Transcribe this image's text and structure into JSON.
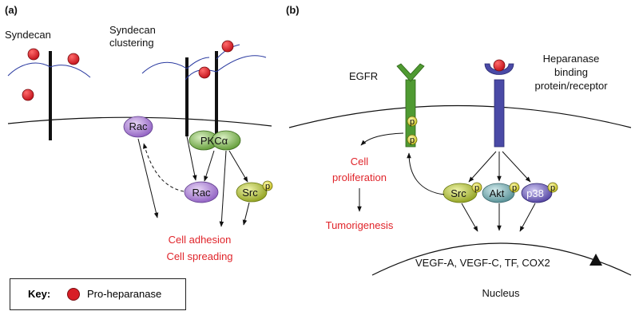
{
  "panels": {
    "a": {
      "label": "(a)",
      "syndecan_label": "Syndecan",
      "clustering_label_1": "Syndecan",
      "clustering_label_2": "clustering",
      "rac_top": "Rac",
      "rac_bottom": "Rac",
      "pkc": "PKCα",
      "src": "Src",
      "phospho": "p",
      "outcome_1": "Cell adhesion",
      "outcome_2": "Cell spreading"
    },
    "b": {
      "label": "(b)",
      "egfr": "EGFR",
      "receptor_1": "Heparanase",
      "receptor_2": "binding",
      "receptor_3": "protein/receptor",
      "prolif_1": "Cell",
      "prolif_2": "proliferation",
      "tumorigenesis": "Tumorigenesis",
      "src": "Src",
      "akt": "Akt",
      "p38": "p38",
      "phospho": "p",
      "genes": "VEGF-A, VEGF-C, TF, COX2",
      "nucleus": "Nucleus"
    }
  },
  "key": {
    "title": "Key:",
    "item": "Pro-heparanase"
  },
  "colors": {
    "pro_heparanase": "#d81e26",
    "rac": "#9b6ec9",
    "pkc": "#7fb24a",
    "src": "#a8b82a",
    "akt": "#6aa3a8",
    "p38": "#6f5fb8",
    "egfr": "#4f9a32",
    "receptor": "#4a4aa6",
    "highlight_text": "#e0242a",
    "glycan_chain": "#2a3aa0"
  }
}
